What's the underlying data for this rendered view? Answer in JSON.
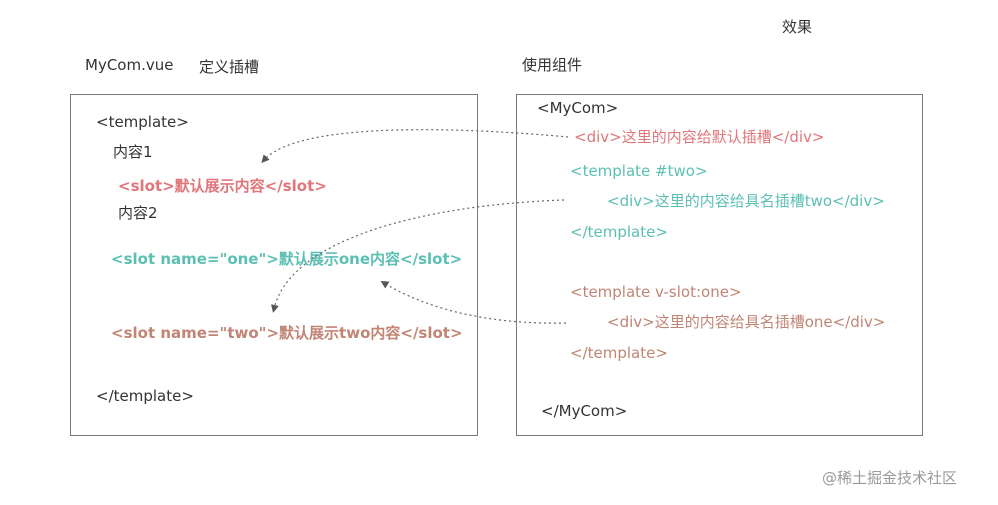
{
  "labels": {
    "effect": "效果",
    "file_name": "MyCom.vue",
    "define_slots": "定义插槽",
    "use_component": "使用组件",
    "watermark": "@稀土掘金技术社区"
  },
  "left_box": {
    "template_open": "<template>",
    "content1": "内容1",
    "slot_default": "<slot>默认展示内容</slot>",
    "content2": "内容2",
    "slot_one": "<slot name=\"one\">默认展示one内容</slot>",
    "slot_two": "<slot name=\"two\">默认展示two内容</slot>",
    "template_close": "</template>"
  },
  "right_box": {
    "mycom_open": "<MyCom>",
    "div_default": "<div>这里的内容给默认插槽</div>",
    "template_two_open": "<template #two>",
    "div_two": "<div>这里的内容给具名插槽two</div>",
    "template_two_close": "</template>",
    "template_one_open": "<template v-slot:one>",
    "div_one": "<div>这里的内容给具名插槽one</div>",
    "template_one_close": "</template>",
    "mycom_close": "</MyCom>"
  },
  "colors": {
    "default_slot": "#e0767a",
    "slot_one": "#5cbfb4",
    "slot_two": "#c08574",
    "border": "#7a7a7a",
    "arrow": "#555555"
  }
}
